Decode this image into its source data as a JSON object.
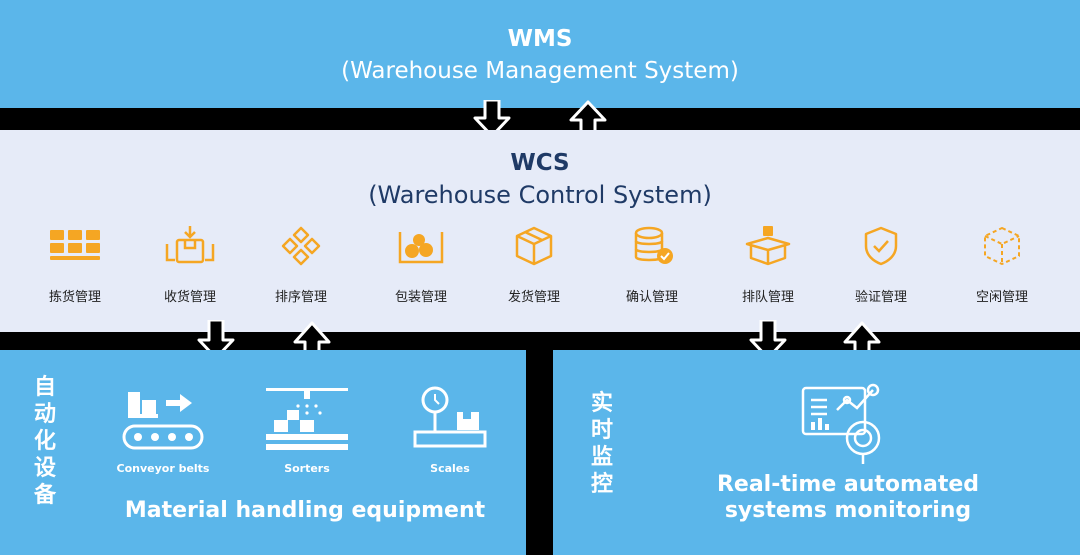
{
  "wms": {
    "title": "WMS",
    "subtitle": "(Warehouse Management System)"
  },
  "wcs": {
    "title": "WCS",
    "subtitle": "(Warehouse Control System)",
    "modules": [
      {
        "label": "拣货管理",
        "icon": "pallet-grid-icon"
      },
      {
        "label": "收货管理",
        "icon": "receiving-box-icon"
      },
      {
        "label": "排序管理",
        "icon": "sorting-arrows-icon"
      },
      {
        "label": "包装管理",
        "icon": "packaging-box-icon"
      },
      {
        "label": "发货管理",
        "icon": "shipping-box-icon"
      },
      {
        "label": "确认管理",
        "icon": "database-check-icon"
      },
      {
        "label": "排队管理",
        "icon": "queue-box-icon"
      },
      {
        "label": "验证管理",
        "icon": "shield-check-icon"
      },
      {
        "label": "空闲管理",
        "icon": "idle-cube-icon"
      }
    ]
  },
  "equipment": {
    "vertical_label": "自动化设备",
    "items": [
      {
        "caption": "Conveyor belts",
        "icon": "conveyor-belt-icon"
      },
      {
        "caption": "Sorters",
        "icon": "sorter-icon"
      },
      {
        "caption": "Scales",
        "icon": "scale-icon"
      }
    ],
    "caption": "Material handling equipment"
  },
  "monitoring": {
    "vertical_label": "实时监控",
    "caption_line1": "Real-time automated",
    "caption_line2": "systems monitoring",
    "icon": "monitoring-dashboard-icon"
  },
  "colors": {
    "blue_band": "#5bb6ea",
    "wcs_band": "#e6ebf8",
    "icon_orange": "#f5a623",
    "wcs_text": "#1f3a66"
  }
}
